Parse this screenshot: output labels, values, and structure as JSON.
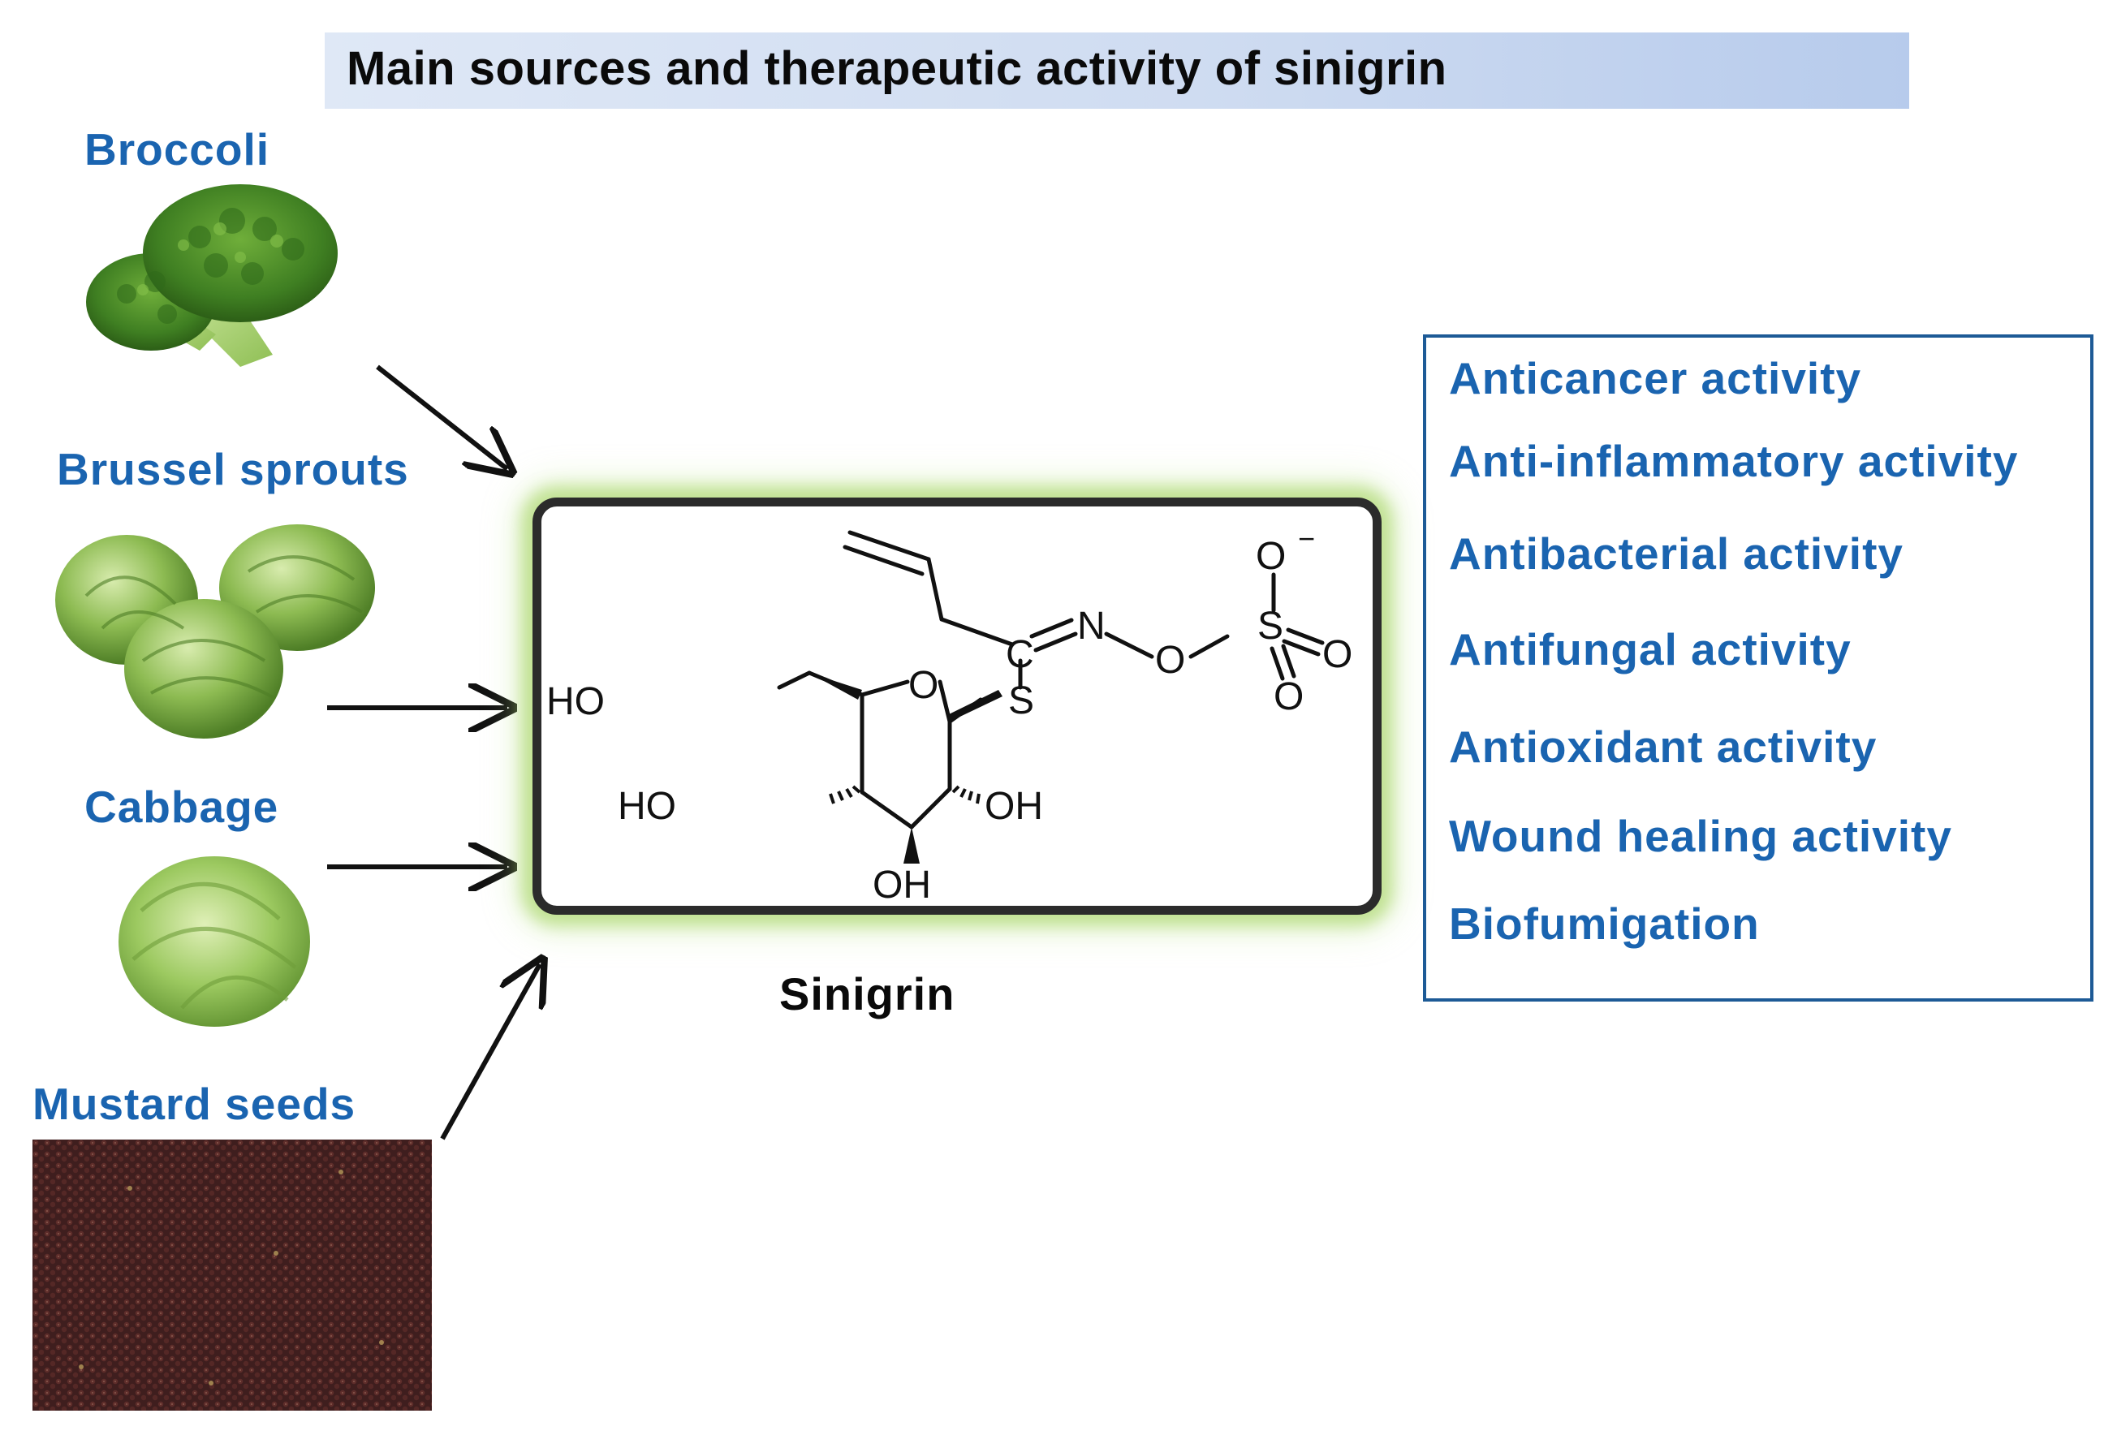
{
  "title": "Main sources and therapeutic activity of sinigrin",
  "sources": [
    {
      "label": "Broccoli"
    },
    {
      "label": "Brussel sprouts"
    },
    {
      "label": "Cabbage"
    },
    {
      "label": "Mustard seeds"
    }
  ],
  "molecule": {
    "caption": "Sinigrin",
    "atoms": {
      "o_minus": "O",
      "charge": "−",
      "s_sulfo": "S",
      "o_right": "O",
      "o_below": "O",
      "n": "N",
      "o_link": "O",
      "c": "C",
      "s_thio": "S",
      "o_ring": "O",
      "ho_top": "HO",
      "ho_left": "HO",
      "oh_right": "OH",
      "oh_bottom": "OH"
    }
  },
  "activities": [
    "Anticancer activity",
    "Anti-inflammatory activity",
    "Antibacterial activity",
    "Antifungal activity",
    "Antioxidant activity",
    "Wound healing activity",
    "Biofumigation"
  ],
  "colors": {
    "label_blue": "#1a64b0",
    "box_border": "#1d5a96",
    "title_band": "#cfdcf1",
    "glow": "#a0d25a"
  }
}
